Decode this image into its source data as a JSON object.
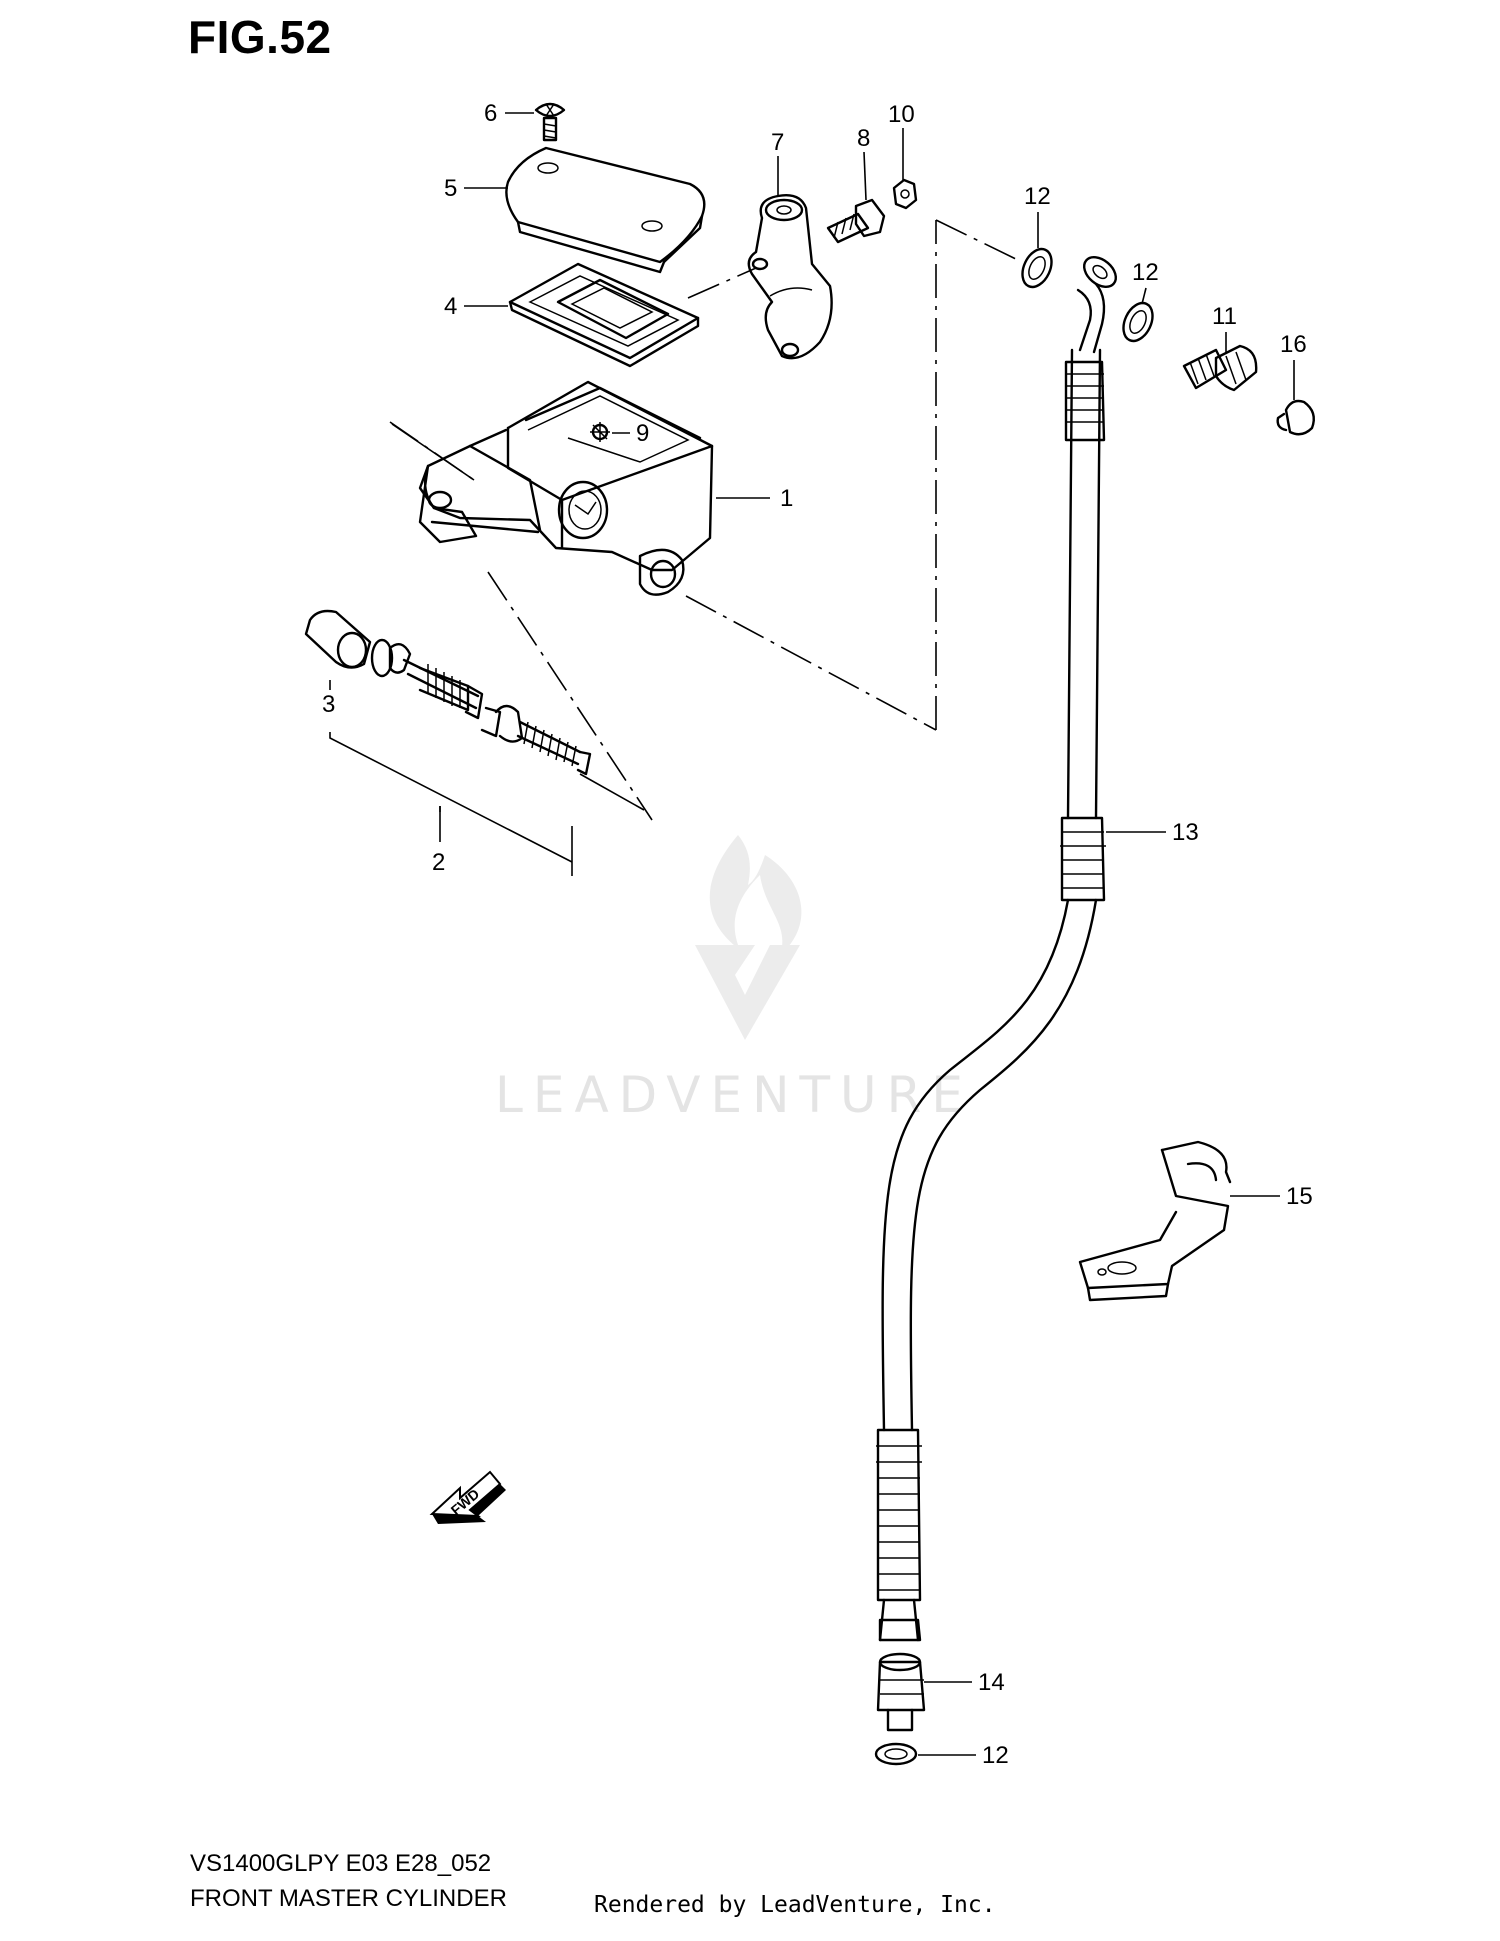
{
  "figure": {
    "title": "FIG.52",
    "model_code": "VS1400GLPY E03 E28_052",
    "section_title": "FRONT MASTER CYLINDER",
    "rendered_by": "Rendered by LeadVenture, Inc.",
    "watermark": "LEADVENTURE"
  },
  "callouts": {
    "c1": "1",
    "c2": "2",
    "c3": "3",
    "c4": "4",
    "c5": "5",
    "c6": "6",
    "c7": "7",
    "c8": "8",
    "c9": "9",
    "c10": "10",
    "c11": "11",
    "c12a": "12",
    "c12b": "12",
    "c12c": "12",
    "c13": "13",
    "c14": "14",
    "c15": "15",
    "c16": "16"
  },
  "arrow_label": "FWD",
  "colors": {
    "line": "#000000",
    "background": "#ffffff",
    "watermark": "#e4e4e4"
  }
}
